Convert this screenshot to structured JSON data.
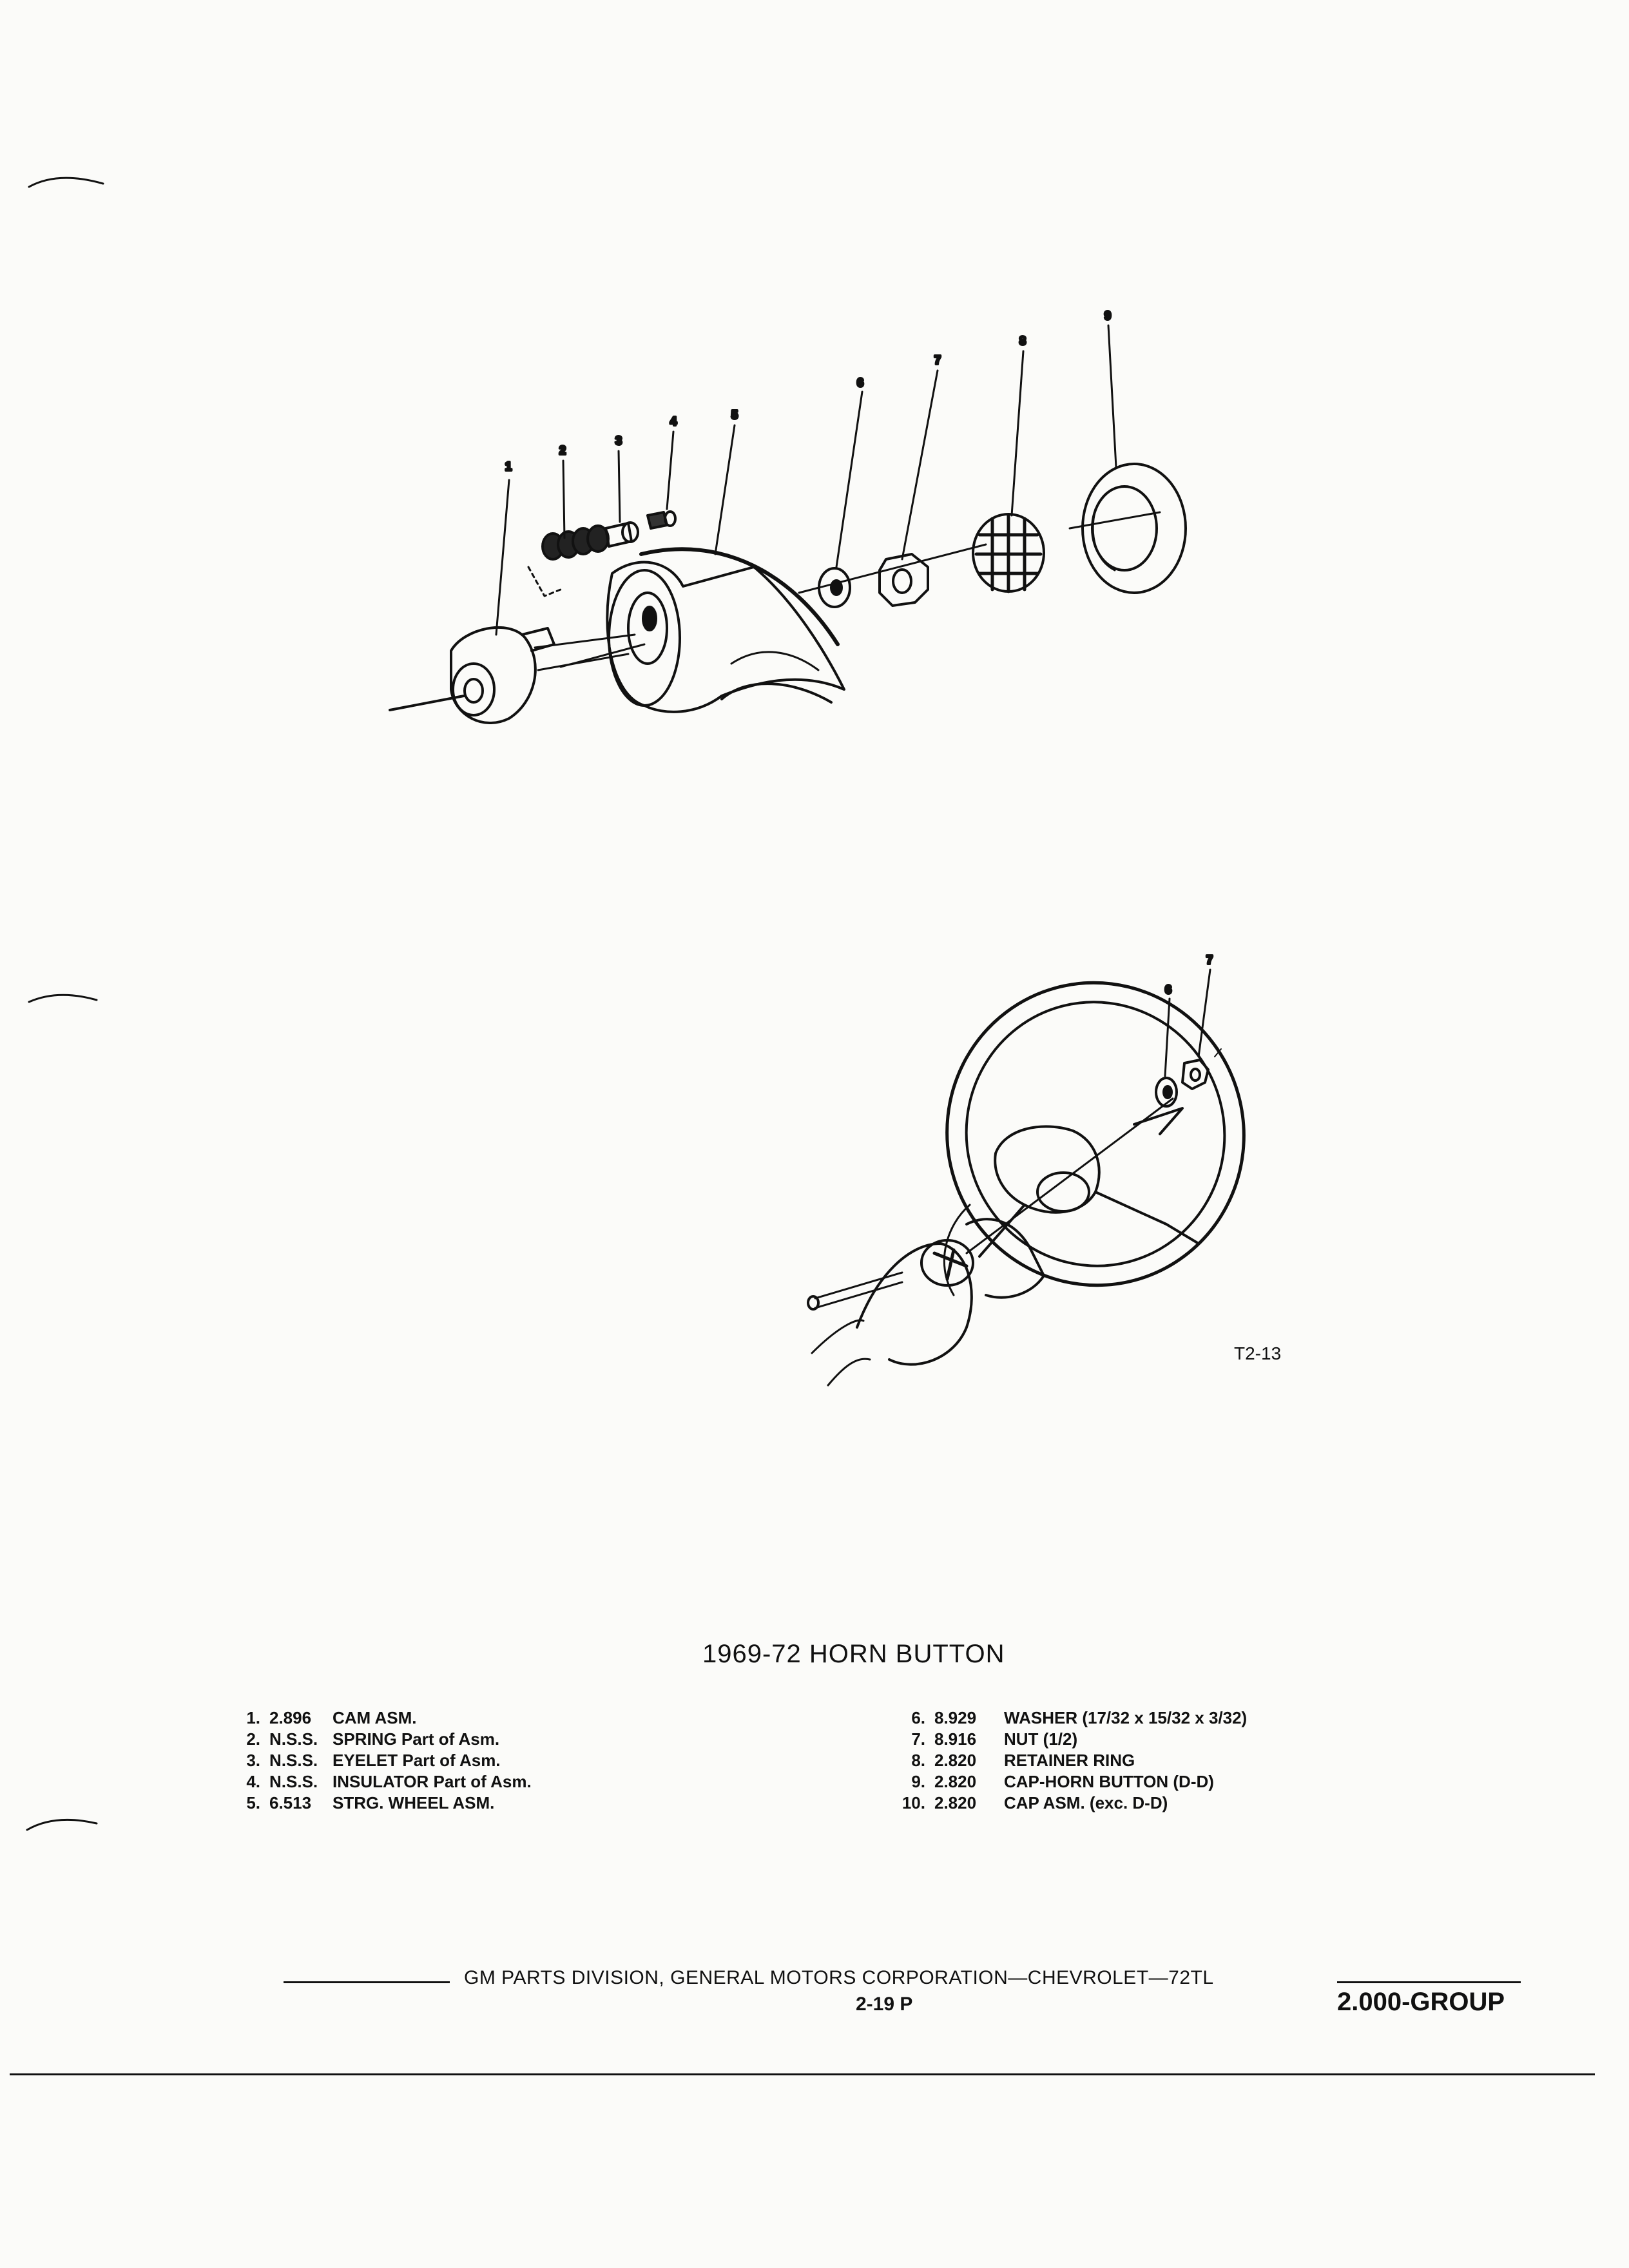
{
  "figure": {
    "callouts_top": [
      "1",
      "2",
      "3",
      "4",
      "5",
      "6",
      "7",
      "8",
      "9"
    ],
    "callouts_bottom": [
      "6",
      "7"
    ],
    "id": "T2-13"
  },
  "title": "1969-72 HORN BUTTON",
  "legend_left": [
    {
      "num": "1.",
      "part": "2.896",
      "desc": "CAM ASM."
    },
    {
      "num": "2.",
      "part": "N.S.S.",
      "desc": "SPRING Part of Asm."
    },
    {
      "num": "3.",
      "part": "N.S.S.",
      "desc": "EYELET Part of Asm."
    },
    {
      "num": "4.",
      "part": "N.S.S.",
      "desc": "INSULATOR Part of Asm."
    },
    {
      "num": "5.",
      "part": "6.513",
      "desc": "STRG. WHEEL ASM."
    }
  ],
  "legend_right": [
    {
      "num": "6.",
      "part": "8.929",
      "desc": "WASHER (17/32 x 15/32 x 3/32)"
    },
    {
      "num": "7.",
      "part": "8.916",
      "desc": "NUT (1/2)"
    },
    {
      "num": "8.",
      "part": "2.820",
      "desc": "RETAINER RING"
    },
    {
      "num": "9.",
      "part": "2.820",
      "desc": "CAP-HORN BUTTON (D-D)"
    },
    {
      "num": "10.",
      "part": "2.820",
      "desc": "CAP ASM. (exc. D-D)"
    }
  ],
  "footer": {
    "text": "GM PARTS DIVISION, GENERAL MOTORS CORPORATION—CHEVROLET—72TL",
    "page": "2-19 P",
    "group": "2.000-GROUP"
  }
}
